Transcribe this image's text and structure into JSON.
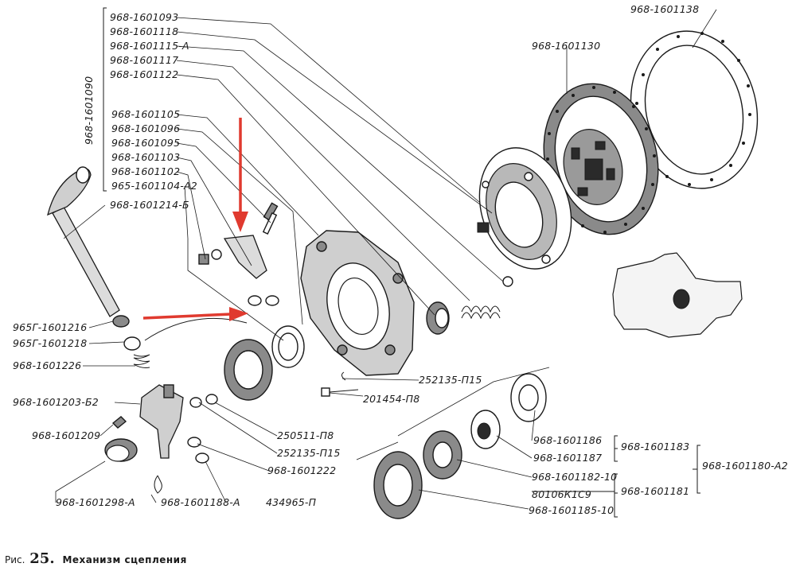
{
  "figure": {
    "caption_prefix": "Рис.",
    "caption_number": "25.",
    "caption_title": "Механизм сцепления"
  },
  "parts": {
    "p1601093": "968-1601093",
    "p1601118": "968-1601118",
    "p1601115a": "968-1601115-А",
    "p1601117": "968-1601117",
    "p1601122": "968-1601122",
    "p1601090": "968-1601090",
    "p1601105": "968-1601105",
    "p1601096": "968-1601096",
    "p1601095": "968-1601095",
    "p1601103": "968-1601103",
    "p1601102": "968-1601102",
    "p1601104a2": "965-1601104-А2",
    "p1601214b": "968-1601214-Б",
    "p1601138": "968-1601138",
    "p1601130": "968-1601130",
    "p965g1601216": "965Г-1601216",
    "p965g1601218": "965Г-1601218",
    "p1601226": "968-1601226",
    "p1601203b2": "968-1601203-Б2",
    "p1601209": "968-1601209",
    "p1601298a": "968-1601298-А",
    "p1601188a": "968-1601188-А",
    "p434965": "434965-П",
    "p250511": "250511-П8",
    "p252135a": "252135-П15",
    "p1601222": "968-1601222",
    "p252135b": "252135-П15",
    "p201454": "201454-П8",
    "p1601186": "968-1601186",
    "p1601187": "968-1601187",
    "p1601183": "968-1601183",
    "p1601180a2": "968-1601180-А2",
    "p1601182": "968-1601182-10",
    "p80106": "80106К1С9",
    "p1601181": "968-1601181",
    "p1601185": "968-1601185-10"
  },
  "colors": {
    "ink": "#1a1a1a",
    "highlight_arrow": "#e03a2f",
    "background": "#ffffff"
  }
}
